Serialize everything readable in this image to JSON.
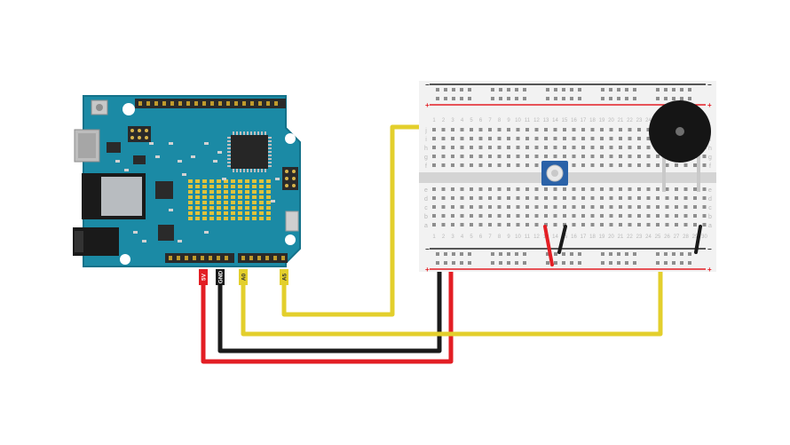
{
  "arduino": {
    "pins": [
      {
        "id": "5v",
        "label": "5V",
        "color": "#e31e24",
        "text_dark": false
      },
      {
        "id": "gnd",
        "label": "GND",
        "color": "#1a1a1a",
        "text_dark": false
      },
      {
        "id": "a0",
        "label": "A0",
        "color": "#e3cf2c",
        "text_dark": true
      },
      {
        "id": "a5",
        "label": "A5",
        "color": "#e3cf2c",
        "text_dark": true
      }
    ]
  },
  "breadboard": {
    "row_letters_top": [
      "j",
      "i",
      "h",
      "g",
      "f"
    ],
    "row_letters_bottom": [
      "e",
      "d",
      "c",
      "b",
      "a"
    ],
    "column_count": 30,
    "rail_signs": {
      "plus": "+",
      "minus": "−"
    }
  },
  "components": {
    "potentiometer_color": "#2a62a8",
    "buzzer_color": "#151515"
  },
  "colors": {
    "board": "#1b8aa5",
    "board_edge": "#14728a",
    "wire_red": "#e31e24",
    "wire_black": "#1a1a1a",
    "wire_yellow": "#e3cf2c",
    "rail_red": "#e31e24",
    "rail_black": "#222222",
    "breadboard": "#f2f2f2"
  }
}
